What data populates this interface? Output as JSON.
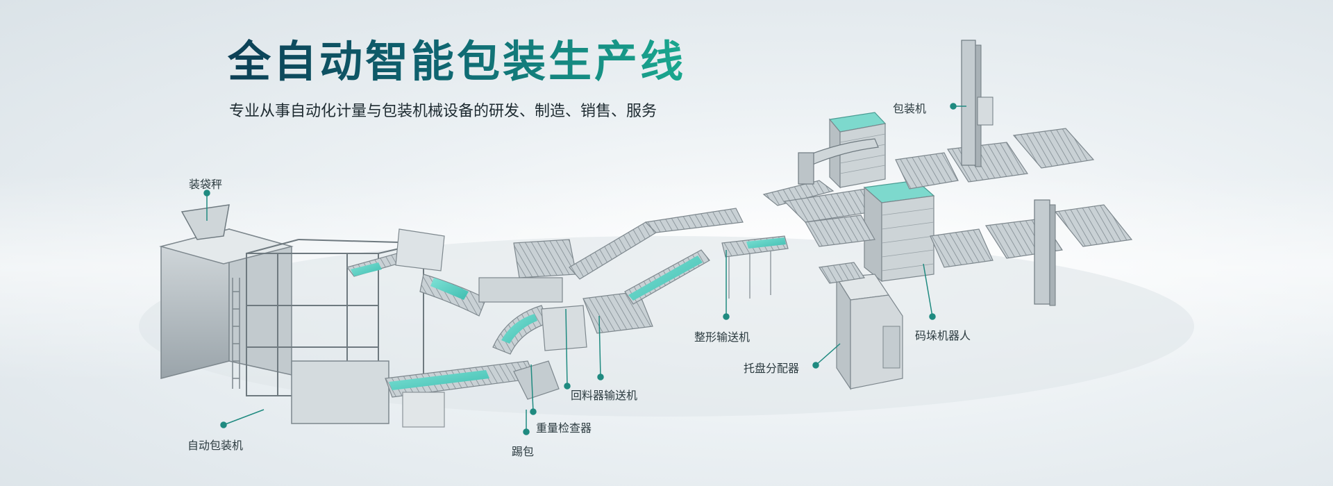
{
  "hero": {
    "title": "全自动智能包装生产线",
    "subtitle": "专业从事自动化计量与包装机械设备的研发、制造、销售、服务"
  },
  "callouts": {
    "bagging_scale": "装袋秤",
    "auto_packing_machine": "自动包装机",
    "kick_bag": "踢包",
    "weight_checker": "重量检查器",
    "return_conveyor": "回料器输送机",
    "shaping_conveyor": "整形输送机",
    "pallet_dispenser": "托盘分配器",
    "palletizing_robot": "码垛机器人",
    "wrapping_machine": "包装机"
  },
  "colors": {
    "title_dark": "#0c3f55",
    "title_accent": "#1aa88f",
    "callout_dot": "#1f8a80",
    "conveyor_highlight": "#5fd3c7",
    "machine_steel": "#b9c2c7"
  }
}
